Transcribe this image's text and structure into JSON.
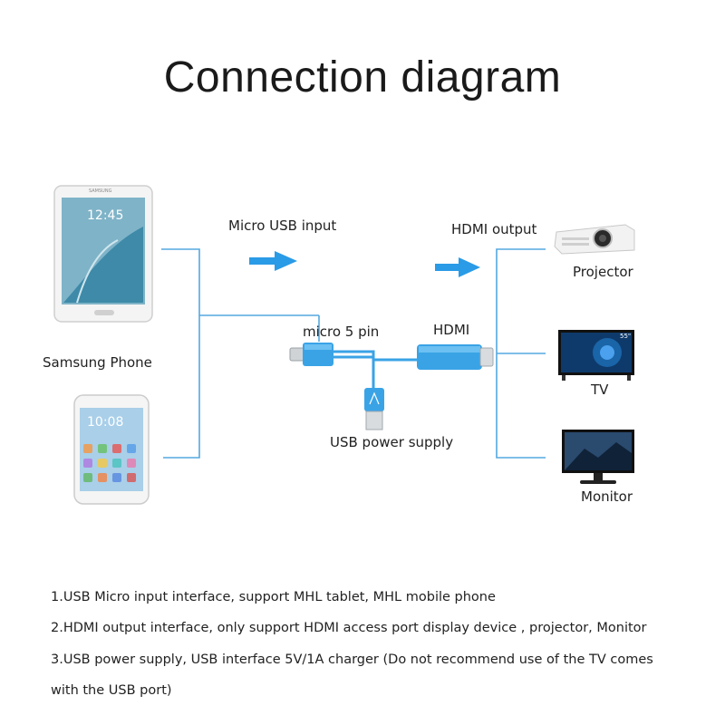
{
  "title": "Connection diagram",
  "labels": {
    "micro_usb_input": "Micro USB input",
    "hdmi_output": "HDMI output",
    "micro_5_pin": "micro 5 pin",
    "hdmi": "HDMI",
    "usb_power_supply": "USB power supply",
    "samsung_phone": "Samsung Phone",
    "projector": "Projector",
    "tv": "TV",
    "monitor": "Monitor"
  },
  "device_screen_text": {
    "tablet_time": "12:45",
    "phone_time": "10:08",
    "tablet_brand": "SAMSUNG",
    "tv_size": "55\""
  },
  "notes": [
    "1.USB Micro input interface, support MHL tablet, MHL mobile phone",
    "2.HDMI output interface, only support HDMI access port display device , projector, Monitor",
    "3.USB power supply, USB interface 5V/1A charger (Do not recommend use of the TV comes",
    "with the USB port)"
  ],
  "colors": {
    "line": "#55a8e0",
    "arrow": "#2a9be6",
    "cable": "#3aa3e6"
  }
}
